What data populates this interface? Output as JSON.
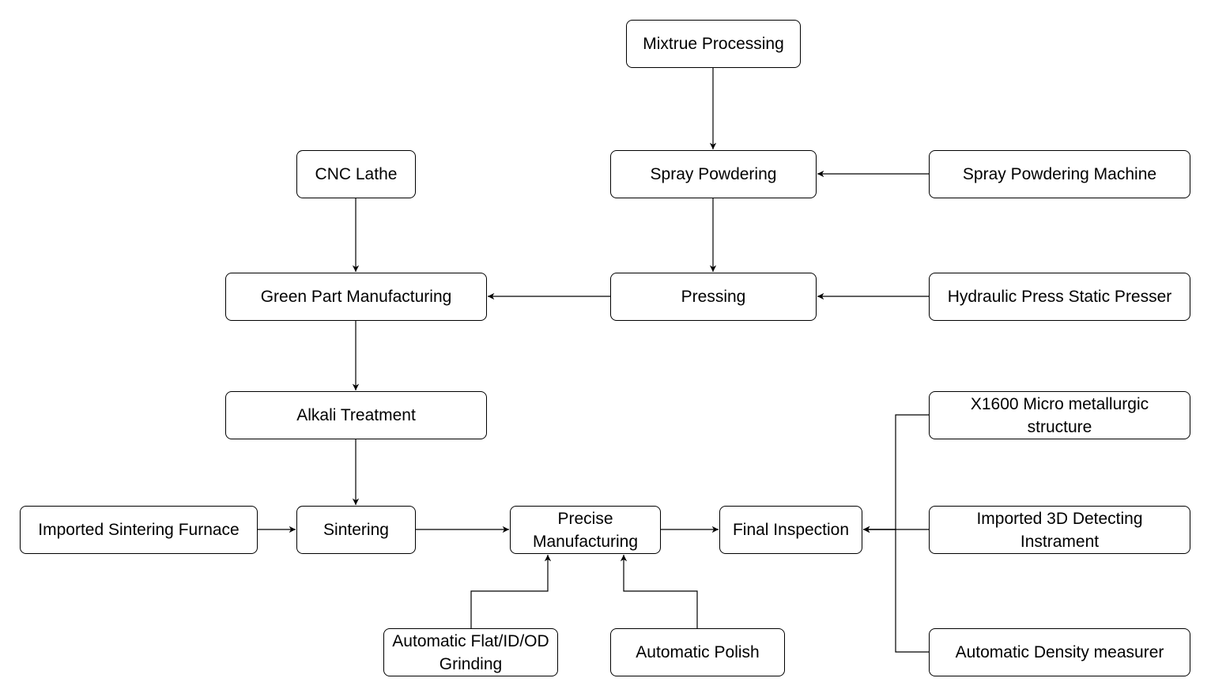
{
  "nodes": {
    "mixture": "Mixtrue Processing",
    "spray_powdering": "Spray Powdering",
    "spray_machine": "Spray Powdering Machine",
    "cnc_lathe": "CNC Lathe",
    "green_part": "Green Part Manufacturing",
    "pressing": "Pressing",
    "hydraulic_press": "Hydraulic Press Static Presser",
    "alkali": "Alkali Treatment",
    "x1600": "X1600 Micro metallurgic structure",
    "sintering_furnace": "Imported Sintering Furnace",
    "sintering": "Sintering",
    "precise": "Precise Manufacturing",
    "final_inspection": "Final Inspection",
    "detecting_3d": "Imported 3D Detecting Instrament",
    "grinding": "Automatic Flat/ID/OD Grinding",
    "polish": "Automatic Polish",
    "density": "Automatic Density measurer"
  },
  "edges": [
    {
      "from": "mixture",
      "to": "spray_powdering"
    },
    {
      "from": "spray_machine",
      "to": "spray_powdering"
    },
    {
      "from": "spray_powdering",
      "to": "pressing"
    },
    {
      "from": "hydraulic_press",
      "to": "pressing"
    },
    {
      "from": "pressing",
      "to": "green_part"
    },
    {
      "from": "cnc_lathe",
      "to": "green_part"
    },
    {
      "from": "green_part",
      "to": "alkali"
    },
    {
      "from": "alkali",
      "to": "sintering"
    },
    {
      "from": "sintering_furnace",
      "to": "sintering"
    },
    {
      "from": "sintering",
      "to": "precise"
    },
    {
      "from": "grinding",
      "to": "precise"
    },
    {
      "from": "polish",
      "to": "precise"
    },
    {
      "from": "precise",
      "to": "final_inspection"
    },
    {
      "from": "x1600",
      "to": "final_inspection"
    },
    {
      "from": "detecting_3d",
      "to": "final_inspection"
    },
    {
      "from": "density",
      "to": "final_inspection"
    }
  ]
}
